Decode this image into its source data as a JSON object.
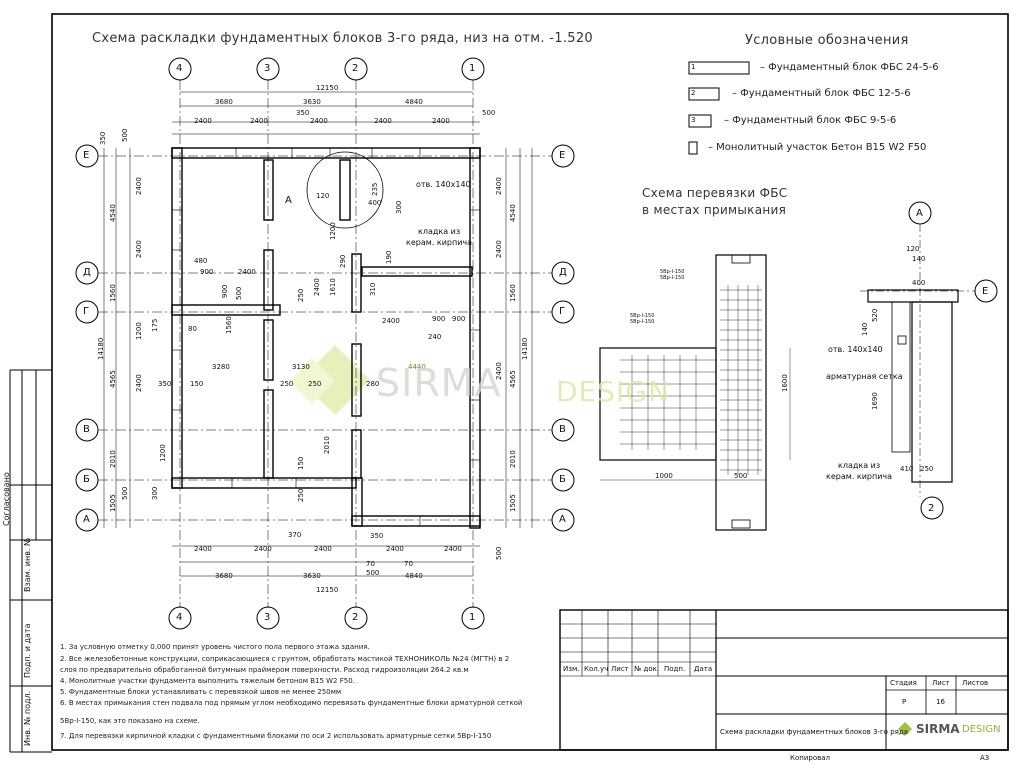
{
  "sheet": {
    "main_title": "Схема раскладки фундаментных блоков 3-го ряда, низ на отм. -1.520",
    "legend_title": "Условные обозначения",
    "legend_items": [
      {
        "key": "1",
        "text": "– Фундаментный блок ФБС 24-5-6"
      },
      {
        "key": "2",
        "text": "– Фундаментный блок ФБС 12-5-6"
      },
      {
        "key": "3",
        "text": "– Фундаментный блок ФБС 9-5-6"
      },
      {
        "key": "",
        "text": "– Монолитный участок Бетон В15 W2 F50"
      }
    ],
    "detail1_title_l1": "Схема перевязки ФБС",
    "detail1_title_l2": "в местах примыкания",
    "detail1_labels": {
      "mesh_top": "5Вр-I-150",
      "mesh_bot": "5Вр-I-150",
      "mesh_left_top": "5Вр-I-150",
      "mesh_left_bot": "5Вр-I-150",
      "dim_1600": "1600",
      "dim_1000": "1000",
      "dim_500": "500"
    },
    "detail2_labels": {
      "axis_a": "А",
      "axis_e": "Е",
      "axis_2": "2",
      "hole": "отв. 140x140",
      "mesh": "арматурная сетка",
      "masonry_l1": "кладка из",
      "masonry_l2": "керам. кирпича",
      "d120": "120",
      "d140": "140",
      "d400": "400",
      "d1690": "1690",
      "d520": "520",
      "d140b": "140",
      "d410": "410",
      "d250": "250"
    },
    "plan": {
      "axes_top": [
        "4",
        "3",
        "2",
        "1"
      ],
      "axes_left": [
        "Е",
        "Д",
        "Г",
        "В",
        "Б",
        "А"
      ],
      "top_total": "12150",
      "top_spans": [
        "3680",
        "3630",
        "4840"
      ],
      "top_blocks": [
        "2400",
        "2400",
        "2400",
        "2400",
        "2400",
        "500"
      ],
      "top_350": "350",
      "bottom_blocks": [
        "2400",
        "2400",
        "2400",
        "2400",
        "2400"
      ],
      "bottom_spans": [
        "3680",
        "3630",
        "4840"
      ],
      "bottom_total": "12150",
      "left_dims": [
        "350",
        "500",
        "2400",
        "4540",
        "2400",
        "1560",
        "14180",
        "4565",
        "2400",
        "2010",
        "1505",
        "500"
      ],
      "right_dims": [
        "2400",
        "4540",
        "2400",
        "1560",
        "14180",
        "4565",
        "2400",
        "2010",
        "1505",
        "500"
      ],
      "callout_hole": "отв. 140x140",
      "callout_masonry_l1": "кладка из",
      "callout_masonry_l2": "керам. кирпича",
      "callout_a": "А",
      "inner_dims": [
        "120",
        "400",
        "235",
        "300",
        "1200",
        "480",
        "900",
        "2400",
        "900",
        "500",
        "1560",
        "250",
        "2400",
        "1610",
        "290",
        "310",
        "190",
        "2400",
        "900",
        "240",
        "900",
        "80",
        "175",
        "1200",
        "3280",
        "3130",
        "4440",
        "350",
        "150",
        "250",
        "250",
        "280",
        "2010",
        "1200",
        "300",
        "150",
        "250",
        "370",
        "350",
        "70",
        "70",
        "500",
        "2400",
        "2400"
      ]
    },
    "notes": [
      "1. За условную отметку 0.000 принят уровень чистого пола первого этажа здания.",
      "2. Все железобетонные конструкции, соприкасающиеся с грунтом, обработать мастикой ТЕХНОНИКОЛЬ №24 (МГТН) в 2",
      "слоя по предварительно обработанной битумным праймером поверхности. Расход гидроизоляции 264.2 кв.м",
      "4. Монолитные участки фундамента выполнить тяжелым бетоном В15 W2 F50.",
      "5. Фундаментные блоки устанавливать с перевязкой швов не менее 250мм",
      "6. В местах примыкания стен подвала под прямым углом необходимо перевязать фундаментные блоки арматурной сеткой",
      "5Вр-I-150, как это показано на схеме.",
      "7. Для перевязки кирпичной кладки с фундаментными блоками по оси 2 использовать арматурные сетки 5Вр-I-150"
    ],
    "stamp": {
      "cols": [
        "Изм.",
        "Кол.уч",
        "Лист",
        "№ док.",
        "Подп.",
        "Дата"
      ],
      "stage_h": "Стадия",
      "sheet_h": "Лист",
      "sheets_h": "Листов",
      "stage_v": "Р",
      "sheet_v": "16",
      "sheets_v": "",
      "drawing_name": "Схема раскладки фундаментных блоков 3-го ряда",
      "copied": "Копировал",
      "format": "А3"
    },
    "side_stamp": [
      "Согласовано",
      "Взам. инв. №",
      "Подп. и дата",
      "Инв. № подл."
    ],
    "logo": {
      "brand": "SIRMA",
      "suffix": "DESIGN"
    },
    "watermark": {
      "brand": "SIRMA",
      "suffix": "DESIGN"
    }
  }
}
